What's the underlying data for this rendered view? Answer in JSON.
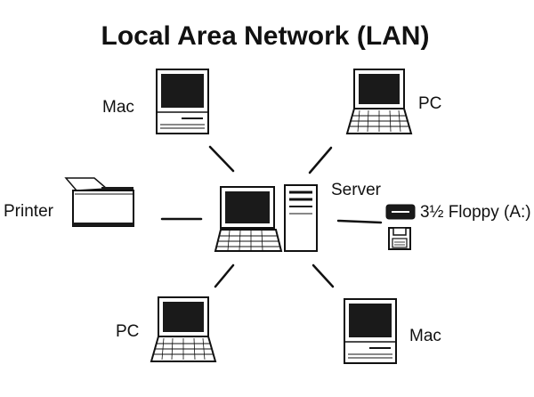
{
  "diagram": {
    "title": "Local Area Network (LAN)",
    "nodes": {
      "mac_top": {
        "label": "Mac",
        "icon": "mac-computer-icon"
      },
      "pc_top": {
        "label": "PC",
        "icon": "pc-computer-icon"
      },
      "printer": {
        "label": "Printer",
        "icon": "printer-icon"
      },
      "server": {
        "label": "Server",
        "icon": "server-icon"
      },
      "floppy": {
        "label": "3½ Floppy (A:)",
        "icon": "floppy-drive-icon"
      },
      "pc_bottom": {
        "label": "PC",
        "icon": "pc-computer-icon"
      },
      "mac_bottom": {
        "label": "Mac",
        "icon": "mac-computer-icon"
      }
    },
    "connections": [
      {
        "from": "server",
        "to": "mac_top"
      },
      {
        "from": "server",
        "to": "pc_top"
      },
      {
        "from": "server",
        "to": "printer"
      },
      {
        "from": "server",
        "to": "floppy"
      },
      {
        "from": "server",
        "to": "pc_bottom"
      },
      {
        "from": "server",
        "to": "mac_bottom"
      }
    ]
  }
}
